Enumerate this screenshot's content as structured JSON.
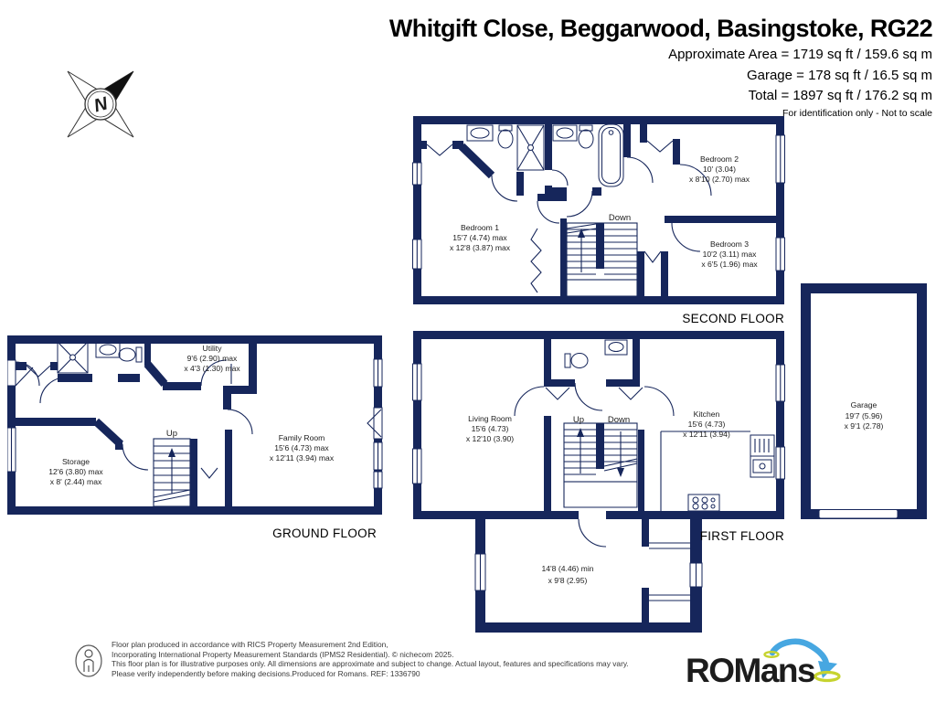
{
  "header": {
    "title": "Whitgift Close, Beggarwood, Basingstoke, RG22",
    "area1": "Approximate Area = 1719 sq ft / 159.6 sq m",
    "area2": "Garage = 178 sq ft / 16.5 sq m",
    "area3": "Total = 1897 sq ft / 176.2 sq m",
    "note": "For identification only - Not to scale"
  },
  "compass": {
    "letter": "N"
  },
  "colors": {
    "wall": "#16265b",
    "brand_navy": "#1b2750",
    "arrow_blue": "#47a7e1",
    "ring_yellow": "#c6d32f"
  },
  "floors": {
    "second": {
      "label": "SECOND FLOOR",
      "stairs": "Down",
      "rooms": {
        "bedroom1": {
          "name": "Bedroom 1",
          "dim1": "15'7 (4.74) max",
          "dim2": "x 12'8 (3.87) max"
        },
        "bedroom2": {
          "name": "Bedroom 2",
          "dim1": "10' (3.04)",
          "dim2": "x 8'10 (2.70) max"
        },
        "bedroom3": {
          "name": "Bedroom 3",
          "dim1": "10'2 (3.11) max",
          "dim2": "x 6'5 (1.96) max"
        }
      }
    },
    "ground": {
      "label": "GROUND FLOOR",
      "stairs": "Up",
      "rooms": {
        "utility": {
          "name": "Utility",
          "dim1": "9'6 (2.90) max",
          "dim2": "x 4'3 (1.30) max"
        },
        "storage": {
          "name": "Storage",
          "dim1": "12'6 (3.80) max",
          "dim2": "x 8' (2.44) max"
        },
        "family_room": {
          "name": "Family Room",
          "dim1": "15'6 (4.73) max",
          "dim2": "x 12'11 (3.94) max"
        }
      }
    },
    "first": {
      "label": "FIRST FLOOR",
      "up": "Up",
      "down": "Down",
      "rooms": {
        "living_room": {
          "name": "Living Room",
          "dim1": "15'6 (4.73)",
          "dim2": "x 12'10 (3.90)"
        },
        "kitchen": {
          "name": "Kitchen",
          "dim1": "15'6 (4.73)",
          "dim2": "x 12'11 (3.94)"
        },
        "rear_room": {
          "dim1": "14'8 (4.46) min",
          "dim2": "x 9'8 (2.95)"
        }
      }
    },
    "garage": {
      "room": {
        "name": "Garage",
        "dim1": "19'7 (5.96)",
        "dim2": "x 9'1 (2.78)"
      }
    }
  },
  "footer": {
    "line1": "Floor plan produced in accordance with RICS Property Measurement 2nd Edition,",
    "line2": "Incorporating International Property Measurement Standards (IPMS2 Residential).   © nichecom 2025.",
    "line3": "This floor plan is for illustrative purposes only. All dimensions are approximate and subject to change. Actual layout, features and specifications may vary.",
    "line4": "Please verify independently before making decisions.Produced for Romans.   REF:  1336790",
    "brand": "ROMans"
  }
}
